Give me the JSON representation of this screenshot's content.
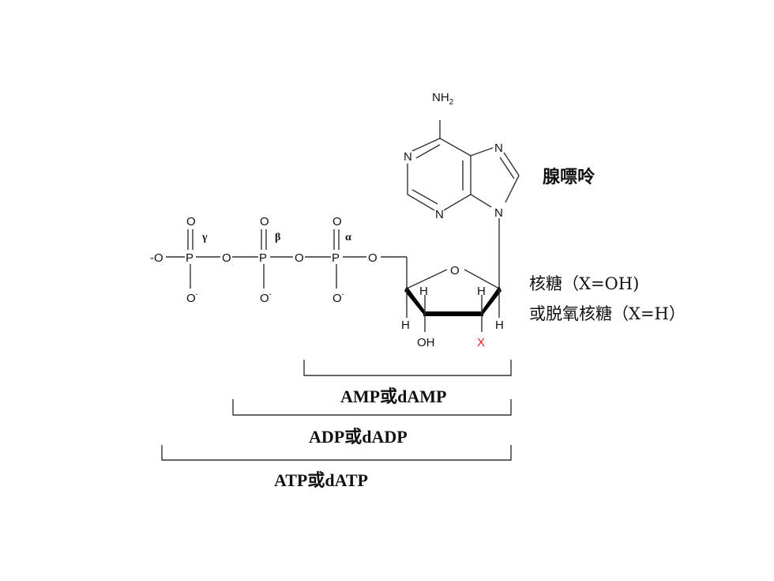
{
  "atoms": {
    "nh2": "NH",
    "nh2_sub": "2",
    "n": "N",
    "o": "O",
    "p": "P",
    "minus_o": "-O",
    "o_minus": "O",
    "minus_sup": "-",
    "h": "H",
    "oh": "OH",
    "x": "X"
  },
  "greek": {
    "gamma": "γ",
    "beta": "β",
    "alpha": "α"
  },
  "labels": {
    "purine": "腺嘌呤",
    "ribose": "核糖（X=OH)",
    "deoxyribose": "或脱氧核糖（X=H）"
  },
  "brackets": {
    "amp": "AMP或dAMP",
    "adp": "ADP或dADP",
    "atp": "ATP或dATP"
  },
  "colors": {
    "x_atom": "#e0241c",
    "text": "#111111"
  }
}
